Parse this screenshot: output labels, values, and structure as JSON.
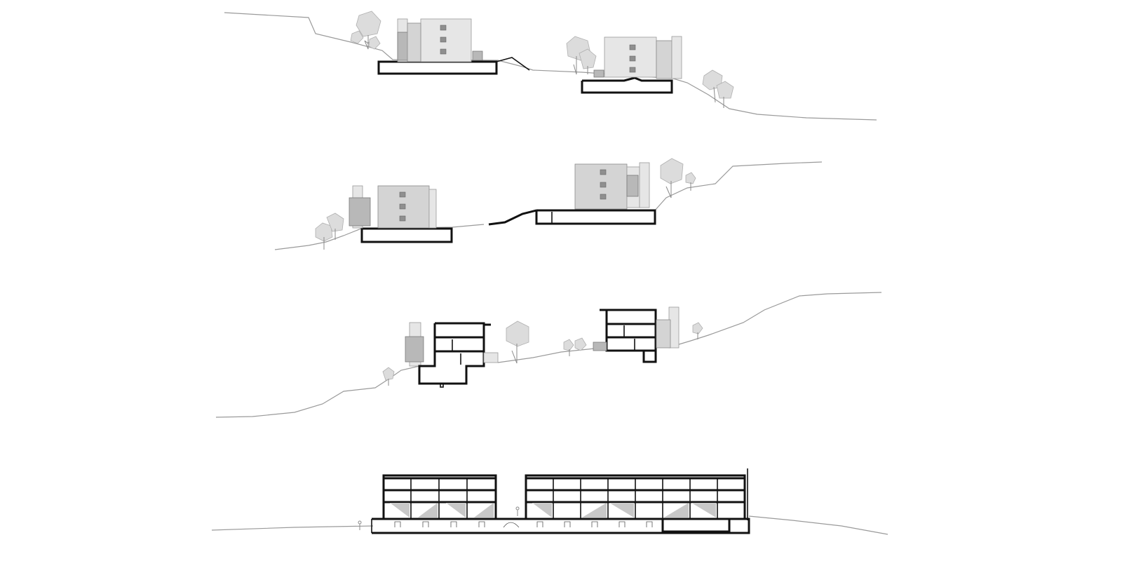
{
  "drawing": {
    "stroke_colors": {
      "ground": "#9a9a9a",
      "cut": "#111111",
      "facade_light": "#e6e6e6",
      "facade_mid": "#d4d4d4",
      "facade_dark": "#b8b8b8",
      "tree": "#dcdcdc"
    },
    "rows": [
      {
        "name": "elevation-1"
      },
      {
        "name": "elevation-2"
      },
      {
        "name": "section-1"
      },
      {
        "name": "section-2"
      }
    ]
  }
}
